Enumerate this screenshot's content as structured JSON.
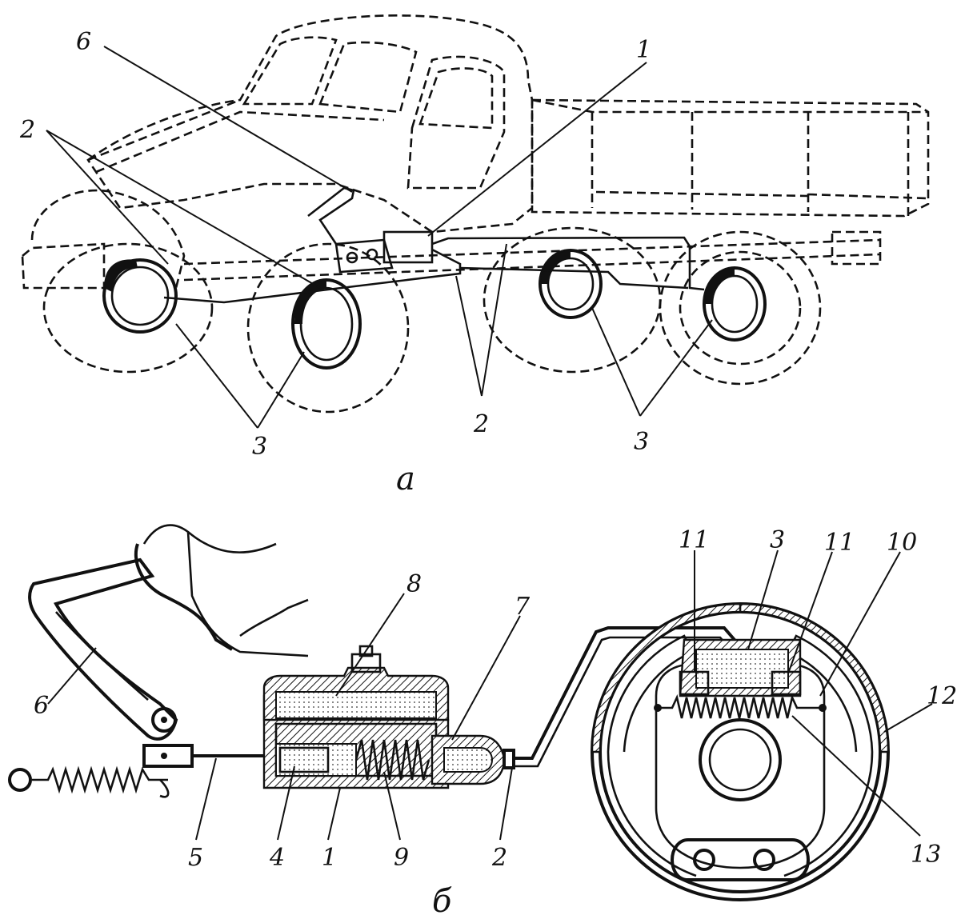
{
  "figure_a": {
    "caption": "а",
    "labels": {
      "label_1": "1",
      "label_2_left": "2",
      "label_2_bottom": "2",
      "label_3_left": "3",
      "label_3_right": "3",
      "label_6": "6"
    }
  },
  "figure_b": {
    "caption": "б",
    "labels": {
      "label_1": "1",
      "label_2": "2",
      "label_3": "3",
      "label_4": "4",
      "label_5": "5",
      "label_6": "6",
      "label_7": "7",
      "label_8": "8",
      "label_9": "9",
      "label_10": "10",
      "label_11_left": "11",
      "label_11_right": "11",
      "label_12": "12",
      "label_13": "13"
    }
  }
}
